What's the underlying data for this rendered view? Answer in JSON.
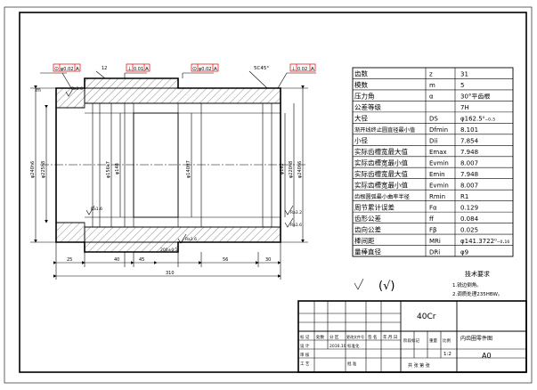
{
  "tolerance_frames": [
    {
      "symbol": "⊙",
      "value": "φ0.02",
      "datum": "A"
    },
    {
      "symbol": "⊥",
      "value": "0.01",
      "datum": "A"
    },
    {
      "symbol": "⊙",
      "value": "φ0.02",
      "datum": "A"
    },
    {
      "symbol": "⊥",
      "value": "0.02",
      "datum": "A"
    }
  ],
  "drawing_labels": {
    "chamfer_right": "5C45°",
    "leader_left": "m",
    "leader_mid": "12",
    "roughness_a": "Ra1.6",
    "roughness_b": "Ra1.6",
    "roughness_c": "Ra3.2",
    "roughness_d": "Ra1.6",
    "roughness_e": "Ra1.6"
  },
  "dimensions": {
    "d_outer_left": "φ240h6",
    "d_inner_left": "φ225h8",
    "d_bore_a": "φ156k7",
    "d_bore_b": "φ148",
    "d_bore_center": "φ140H7",
    "d_right_a": "φ162",
    "d_right_b": "φ220h8",
    "d_right_c": "φ240h6",
    "l_25": "25",
    "l_40": "40",
    "l_45": "45",
    "l_200": "200±0.1",
    "l_56": "56",
    "l_30": "30",
    "l_total": "310"
  },
  "params_table": {
    "rows": [
      {
        "name": "齿数",
        "sym": "z",
        "val": "31"
      },
      {
        "name": "模数",
        "sym": "m",
        "val": "5"
      },
      {
        "name": "压力角",
        "sym": "α",
        "val": "30°平齿根"
      },
      {
        "name": "公差等级",
        "sym": "",
        "val": "7H"
      },
      {
        "name": "大径",
        "sym": "DS",
        "val": "φ162.5⁰₋₀.₅"
      },
      {
        "name": "渐开线终止圆直径最小值",
        "sym": "Dfmin",
        "val": "8.101"
      },
      {
        "name": "小径",
        "sym": "Dii",
        "val": "7.854"
      },
      {
        "name": "实际齿槽宽最大值",
        "sym": "Emax",
        "val": "7.948"
      },
      {
        "name": "实际齿槽宽最小值",
        "sym": "Evmin",
        "val": "8.007"
      },
      {
        "name": "实际齿槽宽最大值",
        "sym": "Emin",
        "val": "7.948"
      },
      {
        "name": "实际齿槽宽最小值",
        "sym": "Evmin",
        "val": "8.007"
      },
      {
        "name": "齿根圆弧最小曲率半径",
        "sym": "Rmin",
        "val": "R1"
      },
      {
        "name": "周节累计误差",
        "sym": "Fα",
        "val": "0.129"
      },
      {
        "name": "齿形公差",
        "sym": "ff",
        "val": "0.084"
      },
      {
        "name": "齿向公差",
        "sym": "Fβ",
        "val": "0.025"
      },
      {
        "name": "棒间距",
        "sym": "MRi",
        "val": "φ141.3722⁰₋₀.₁₆"
      },
      {
        "name": "量棒直径",
        "sym": "DRi",
        "val": "φ9"
      }
    ]
  },
  "roughness_note": "(√)",
  "tech_requirements": {
    "title": "技术要求",
    "items": [
      "1.锐边倒角。",
      "2.调质处理235HBW。"
    ]
  },
  "title_block": {
    "material": "40Cr",
    "part_name": "内齿圈零件图",
    "scale": "1:2",
    "drawing_no": "A0",
    "labels": {
      "mark": "标 记",
      "count": "处数",
      "zone": "分 区",
      "change_doc": "更改文件号",
      "sign": "签 名",
      "date": "年.月.日",
      "design": "设 计",
      "standard": "标准化",
      "stage_mark": "阶段标记",
      "weight": "重量",
      "ratio": "比例",
      "review": "审 核",
      "process": "工 艺",
      "approve": "批 准",
      "sheets": "共 张 第 张",
      "date_val": "2016.10"
    }
  }
}
